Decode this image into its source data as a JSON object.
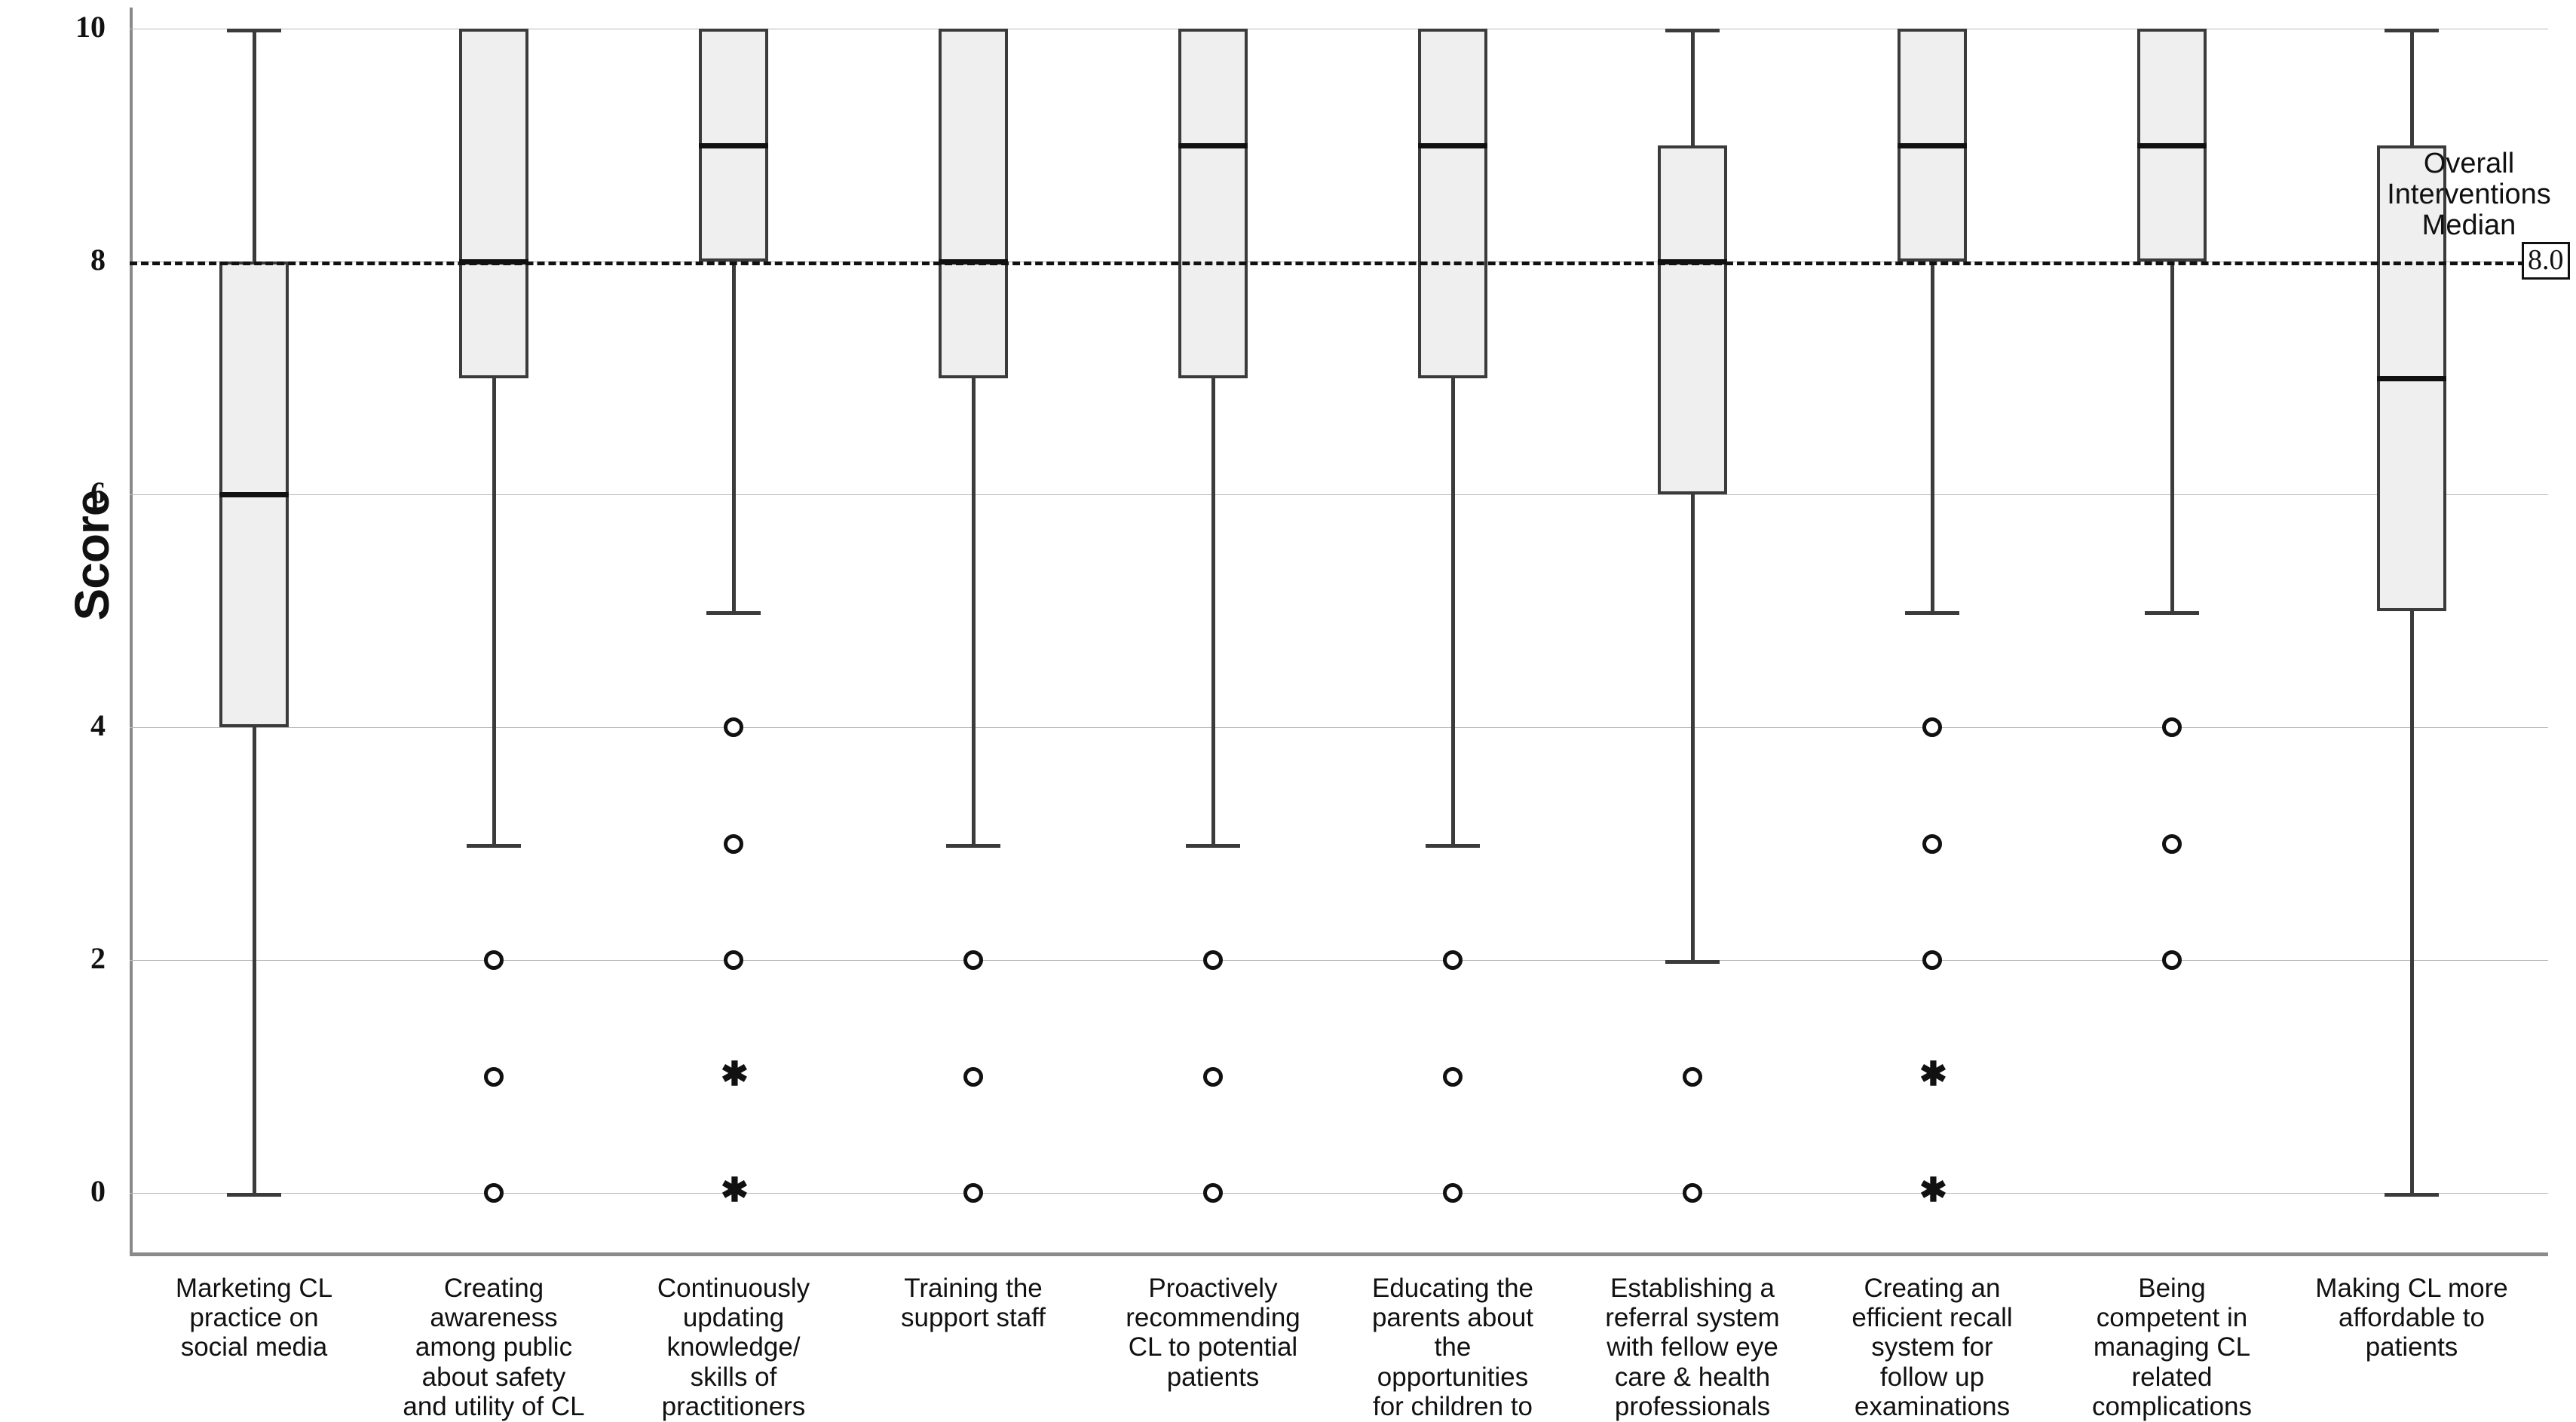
{
  "chart_data": {
    "type": "box",
    "title": "",
    "xlabel": "",
    "ylabel": "Score",
    "ylim": [
      0,
      10
    ],
    "yticks": [
      0,
      2,
      4,
      6,
      8,
      10
    ],
    "grid": true,
    "reference_line": {
      "label": "Overall\nInterventions\nMedian",
      "value": "8.0",
      "y": 8,
      "style": "dashed"
    },
    "categories": [
      "Marketing CL\npractice on\nsocial media",
      "Creating\nawareness\namong public\nabout safety\nand utility of CL",
      "Continuously\nupdating\nknowledge/\nskills of\npractitioners",
      "Training the\nsupport staff",
      "Proactively\nrecommending\nCL to potential\npatients",
      "Educating the\nparents about\nthe\nopportunities\nfor children to\nwear CL",
      "Establishing a\nreferral system\nwith fellow eye\ncare & health\nprofessionals",
      "Creating an\nefficient recall\nsystem for\nfollow up\nexaminations",
      "Being\ncompetent in\nmanaging CL\nrelated\ncomplications",
      "Making CL more\naffordable to\npatients"
    ],
    "boxes": [
      {
        "name": "Marketing CL practice on social media",
        "whisker_low": 0,
        "q1": 4,
        "median": 6,
        "q3": 8,
        "whisker_high": 10,
        "outliers": [],
        "extremes": []
      },
      {
        "name": "Creating awareness among public about safety and utility of CL",
        "whisker_low": 3,
        "q1": 7,
        "median": 8,
        "q3": 10,
        "whisker_high": 10,
        "outliers": [
          2,
          1,
          0
        ],
        "extremes": []
      },
      {
        "name": "Continuously updating knowledge/skills of practitioners",
        "whisker_low": 5,
        "q1": 8,
        "median": 9,
        "q3": 10,
        "whisker_high": 10,
        "outliers": [
          4,
          3,
          2
        ],
        "extremes": [
          1,
          0
        ]
      },
      {
        "name": "Training the support staff",
        "whisker_low": 3,
        "q1": 7,
        "median": 8,
        "q3": 10,
        "whisker_high": 10,
        "outliers": [
          2,
          1,
          0
        ],
        "extremes": []
      },
      {
        "name": "Proactively recommending CL to potential patients",
        "whisker_low": 3,
        "q1": 7,
        "median": 9,
        "q3": 10,
        "whisker_high": 10,
        "outliers": [
          2,
          1,
          0
        ],
        "extremes": []
      },
      {
        "name": "Educating the parents about the opportunities for children to wear CL",
        "whisker_low": 3,
        "q1": 7,
        "median": 9,
        "q3": 10,
        "whisker_high": 10,
        "outliers": [
          2,
          1,
          0
        ],
        "extremes": []
      },
      {
        "name": "Establishing a referral system with fellow eye care & health professionals",
        "whisker_low": 2,
        "q1": 6,
        "median": 8,
        "q3": 9,
        "whisker_high": 10,
        "outliers": [
          1,
          0
        ],
        "extremes": []
      },
      {
        "name": "Creating an efficient recall system for follow up examinations",
        "whisker_low": 5,
        "q1": 8,
        "median": 9,
        "q3": 10,
        "whisker_high": 10,
        "outliers": [
          4,
          3,
          2
        ],
        "extremes": [
          1,
          0
        ]
      },
      {
        "name": "Being competent in managing CL related complications",
        "whisker_low": 5,
        "q1": 8,
        "median": 9,
        "q3": 10,
        "whisker_high": 10,
        "outliers": [
          4,
          3,
          2
        ],
        "extremes": []
      },
      {
        "name": "Making CL more affordable to patients",
        "whisker_low": 0,
        "q1": 5,
        "median": 7,
        "q3": 9,
        "whisker_high": 10,
        "outliers": [],
        "extremes": []
      }
    ],
    "colors": {
      "box_fill": "#efefef",
      "box_stroke": "#3b3b3b",
      "median_stroke": "#111111",
      "grid": "#b9b9b9",
      "axis": "#8a8a8a",
      "reference_line": "#111111"
    }
  }
}
